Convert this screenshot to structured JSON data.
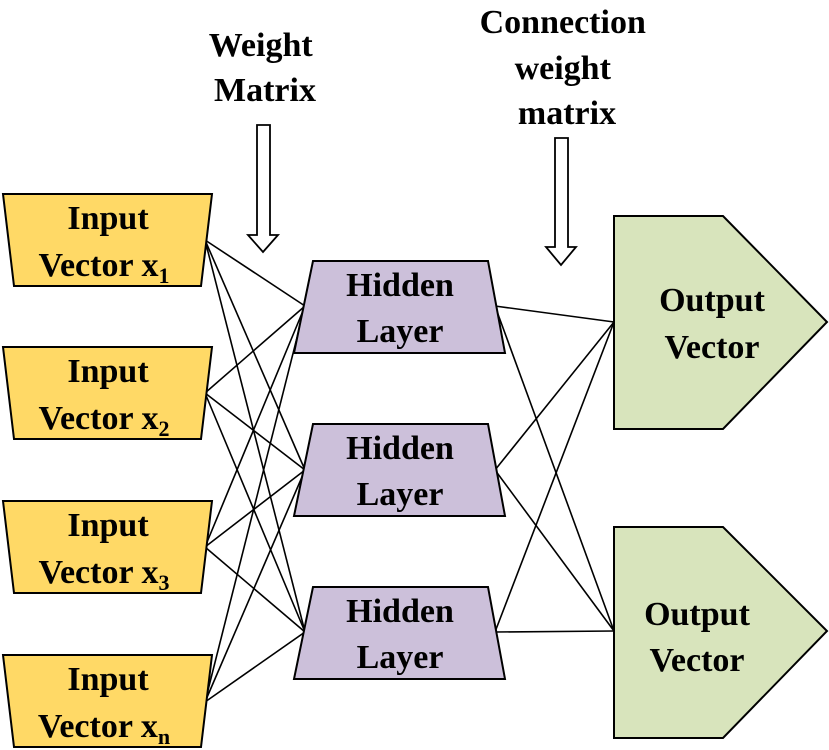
{
  "annotations": {
    "weight_matrix": [
      "Weight",
      "Matrix"
    ],
    "connection_weight_matrix": [
      "Connection",
      "weight",
      "matrix"
    ]
  },
  "inputs": [
    {
      "line1": "Input",
      "line2": "Vector x",
      "sub": "1"
    },
    {
      "line1": "Input",
      "line2": "Vector x",
      "sub": "2"
    },
    {
      "line1": "Input",
      "line2": "Vector x",
      "sub": "3"
    },
    {
      "line1": "Input",
      "line2": "Vector x",
      "sub": "n"
    }
  ],
  "hidden": [
    {
      "line1": "Hidden",
      "line2": "Layer"
    },
    {
      "line1": "Hidden",
      "line2": "Layer"
    },
    {
      "line1": "Hidden",
      "line2": "Layer"
    }
  ],
  "outputs": [
    {
      "line1": "Output",
      "line2": "Vector"
    },
    {
      "line1": "Output",
      "line2": "Vector"
    }
  ],
  "colors": {
    "input_fill": "#FFD966",
    "hidden_fill": "#CCC0DA",
    "output_fill": "#D8E4BC",
    "stroke": "#000000"
  }
}
